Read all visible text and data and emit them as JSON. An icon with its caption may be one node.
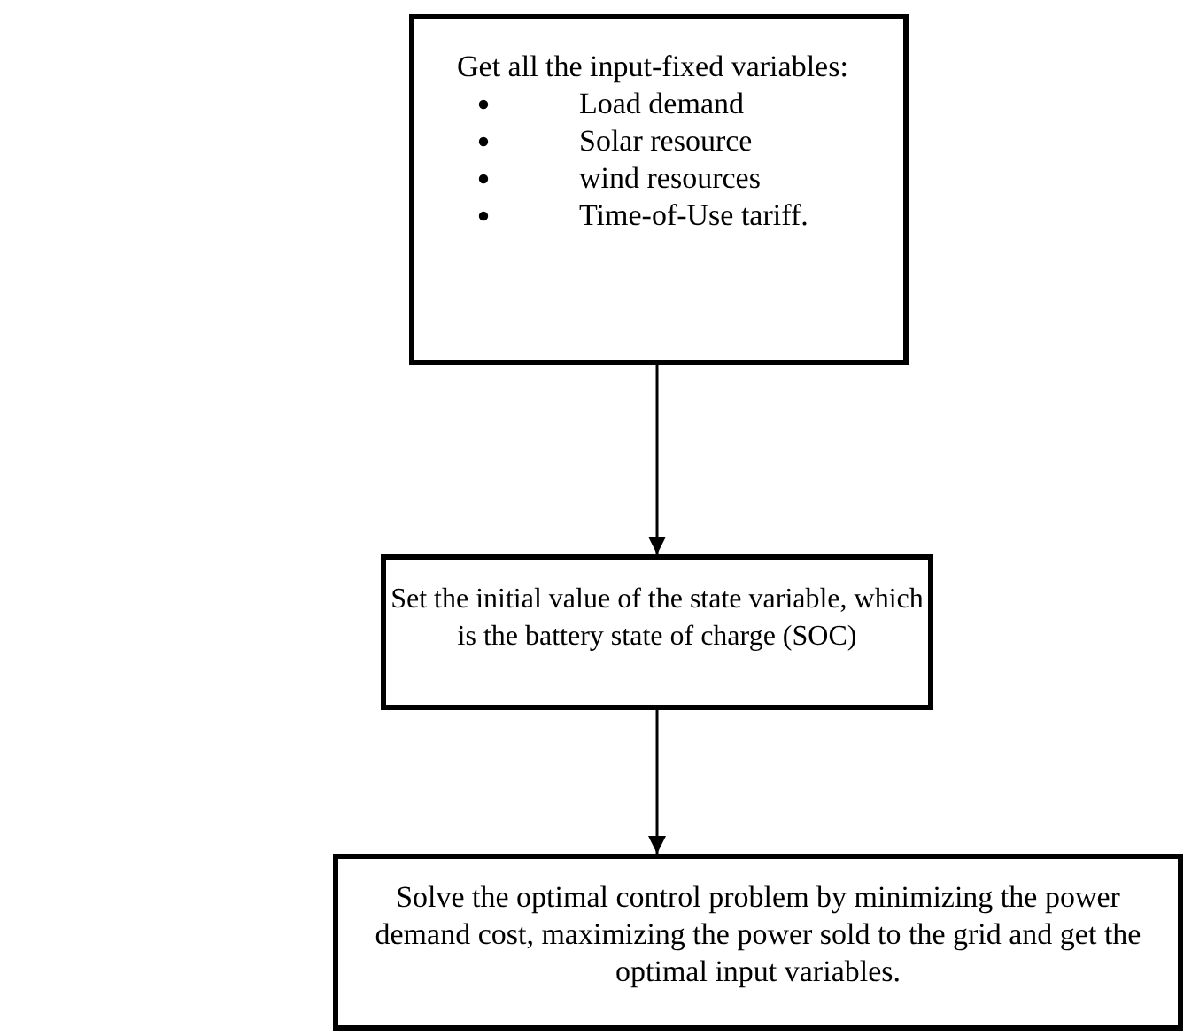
{
  "diagram": {
    "nodes": [
      {
        "text": [
          "Get all the input-fixed variables:",
          "Load demand",
          "Solar resource",
          "wind resources",
          "Time-of-Use tariff."
        ]
      },
      {
        "text": [
          "Set the initial value of the state variable, which is the battery state of charge (SOC)"
        ]
      },
      {
        "text": [
          "Solve the optimal control problem by minimizing the power demand cost, maximizing the power sold to the grid and get the optimal input variables."
        ]
      }
    ],
    "edges": [
      {
        "from": 0,
        "to": 1,
        "arrow": "to"
      },
      {
        "from": 1,
        "to": 2,
        "arrow": "to"
      }
    ]
  }
}
